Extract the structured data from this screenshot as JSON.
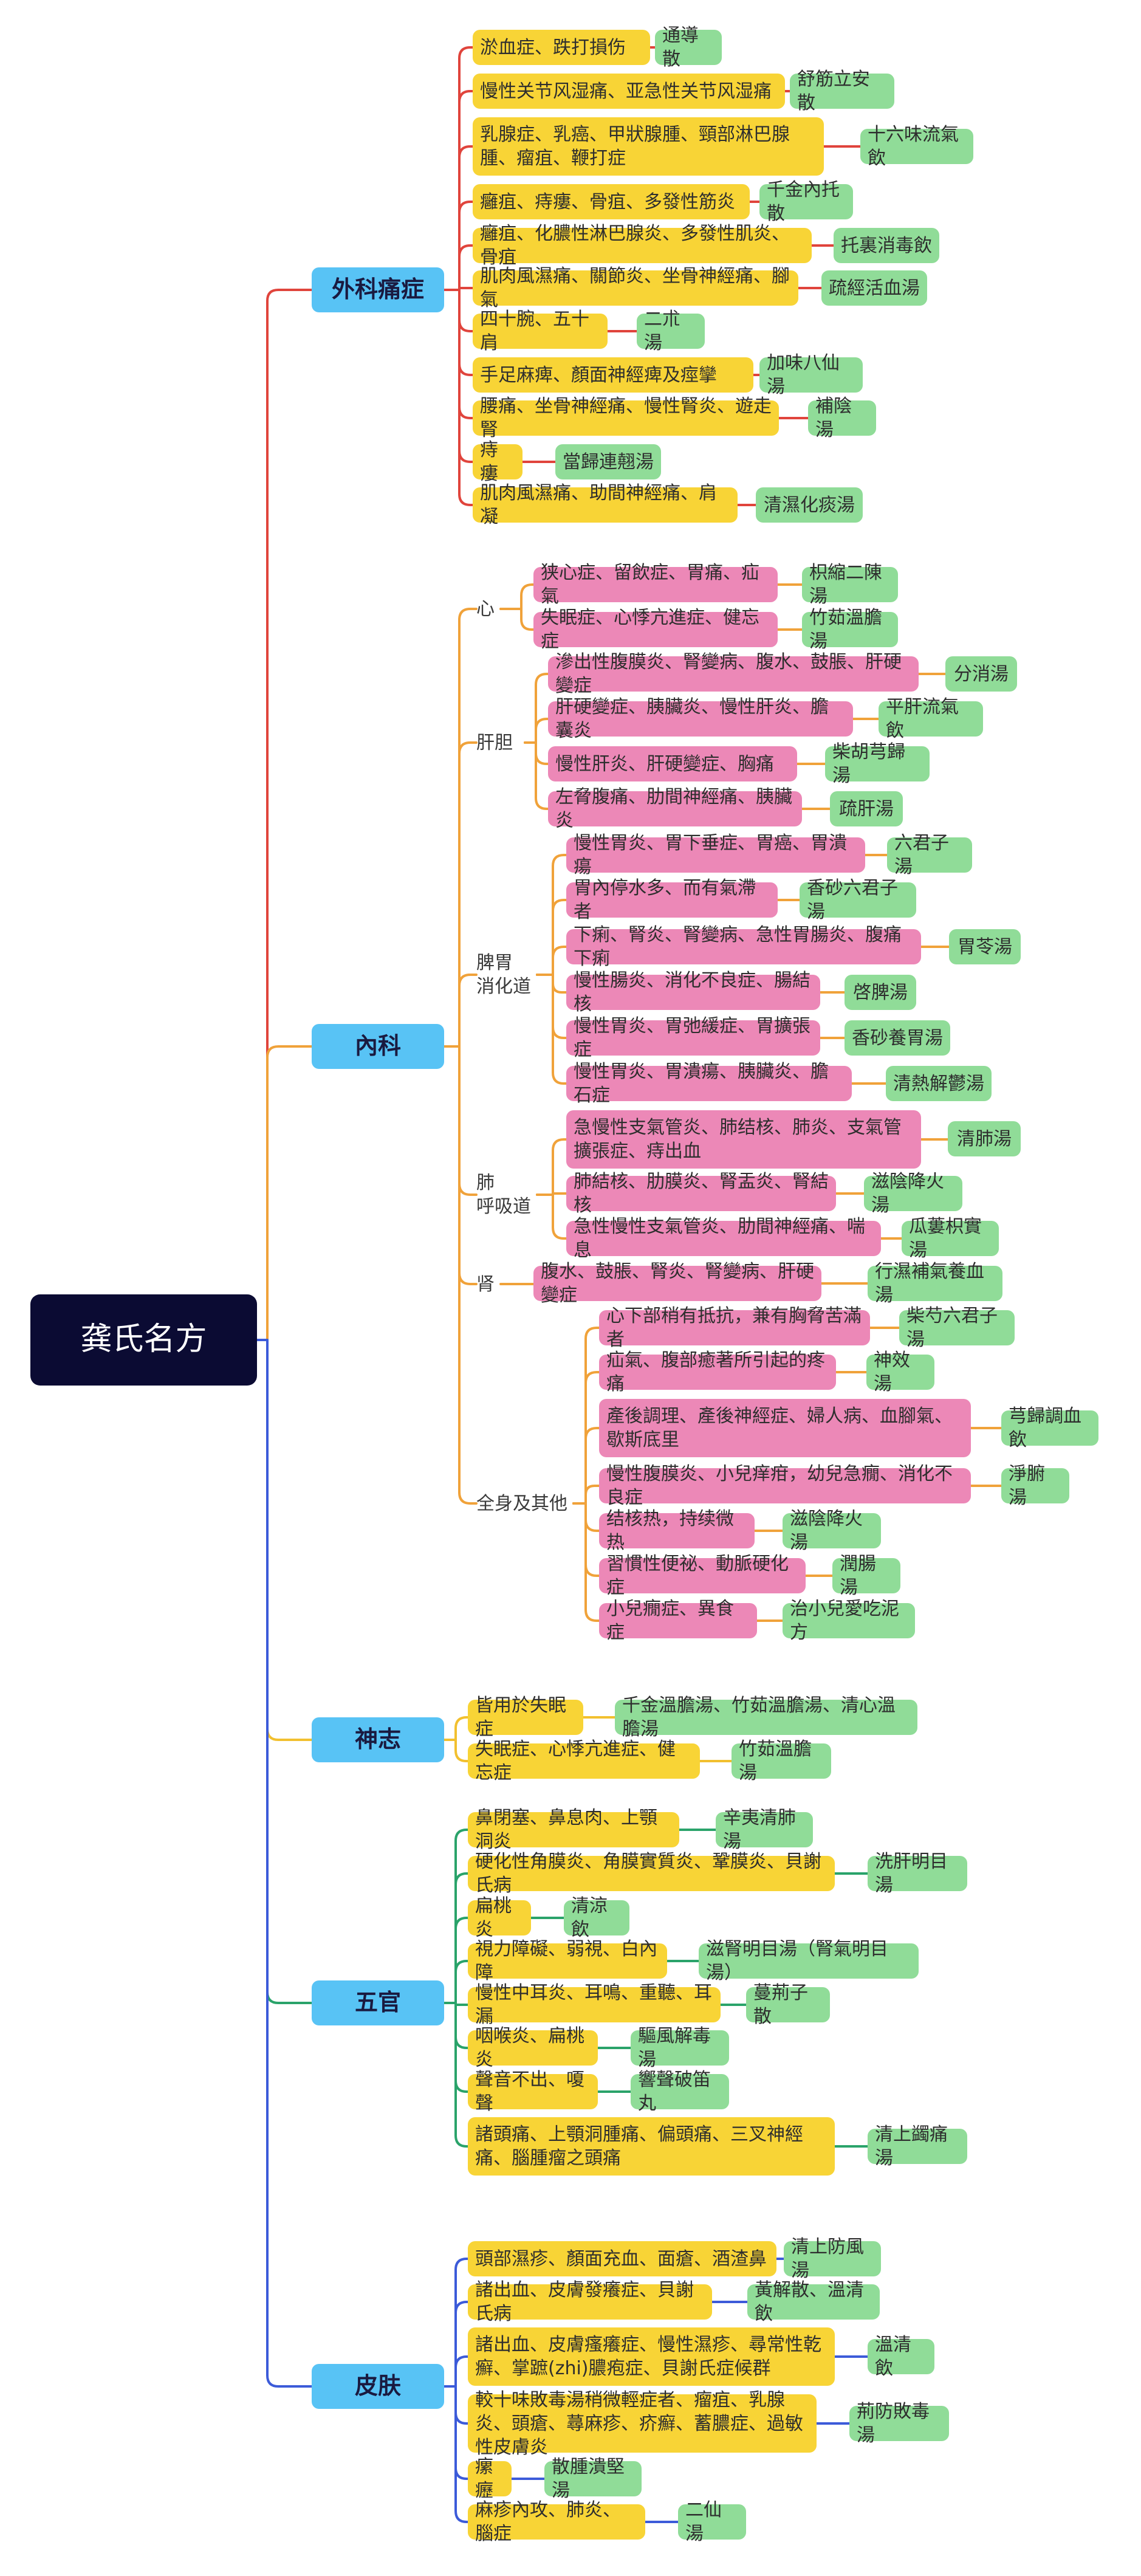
{
  "root": "龚氏名方",
  "colors": {
    "root_bg": "#0b0b33",
    "category_bg": "#58c3f5",
    "symptom_yellow": "#f8d436",
    "symptom_pink": "#ec88b7",
    "remedy_green": "#90dc98",
    "line_waike": "#e0443c",
    "line_neike": "#f0a23a",
    "line_shenzhi": "#f2c02f",
    "line_wuguan": "#2aa36a",
    "line_pifu": "#3c5bd9"
  },
  "categories": [
    {
      "name": "外科痛症",
      "items": [
        {
          "symptom": "淤血症、跌打損伤",
          "remedy": "通導散"
        },
        {
          "symptom": "慢性关节风湿痛、亚急性关节风湿痛",
          "remedy": "舒筋立安散"
        },
        {
          "symptom": "乳腺症、乳癌、甲狀腺腫、頸部淋巴腺腫、瘤疽、鞭打症",
          "remedy": "十六味流氣飲"
        },
        {
          "symptom": "癰疽、痔瘻、骨疽、多發性筋炎",
          "remedy": "千金內托散"
        },
        {
          "symptom": "癰疽、化膿性淋巴腺炎、多發性肌炎、骨疽",
          "remedy": "托裏消毒飲"
        },
        {
          "symptom": "肌肉風濕痛、關節炎、坐骨神經痛、腳氣",
          "remedy": "疏經活血湯"
        },
        {
          "symptom": "四十腕、五十肩",
          "remedy": "二朮湯"
        },
        {
          "symptom": "手足麻痺、顏面神經痺及痙攣",
          "remedy": "加味八仙湯"
        },
        {
          "symptom": "腰痛、坐骨神經痛、慢性腎炎、遊走腎",
          "remedy": "補陰湯"
        },
        {
          "symptom": "痔瘻",
          "remedy": "當歸連翹湯"
        },
        {
          "symptom": "肌肉風濕痛、助間神經痛、肩凝",
          "remedy": "清濕化痰湯"
        }
      ]
    },
    {
      "name": "內科",
      "groups": [
        {
          "name": "心",
          "items": [
            {
              "symptom": "狭心症、留飲症、胃痛、疝氣",
              "remedy": "枳縮二陳湯"
            },
            {
              "symptom": "失眠症、心悸亢進症、健忘症",
              "remedy": "竹茹溫膽湯"
            }
          ]
        },
        {
          "name": "肝胆",
          "items": [
            {
              "symptom": "滲出性腹膜炎、腎變病、腹水、鼓脹、肝硬變症",
              "remedy": "分消湯"
            },
            {
              "symptom": "肝硬變症、胰臟炎、慢性肝炎、膽囊炎",
              "remedy": "平肝流氣飲"
            },
            {
              "symptom": "慢性肝炎、肝硬變症、胸痛",
              "remedy": "柴胡芎歸湯"
            },
            {
              "symptom": "左脅腹痛、肋間神經痛、胰臟炎",
              "remedy": "疏肝湯"
            }
          ]
        },
        {
          "name": "脾胃\n消化道",
          "items": [
            {
              "symptom": "慢性胃炎、胃下垂症、胃癌、胃潰瘍",
              "remedy": "六君子湯"
            },
            {
              "symptom": "胃內停水多、而有氣滯者",
              "remedy": "香砂六君子湯"
            },
            {
              "symptom": "下痢、腎炎、腎變病、急性胃腸炎、腹痛下痢",
              "remedy": "胃苓湯"
            },
            {
              "symptom": "慢性腸炎、消化不良症、腸結核",
              "remedy": "啓脾湯"
            },
            {
              "symptom": "慢性胃炎、胃弛緩症、胃擴張症",
              "remedy": "香砂養胃湯"
            },
            {
              "symptom": "慢性胃炎、胃潰瘍、胰臟炎、膽石症",
              "remedy": "清熱解鬱湯"
            }
          ]
        },
        {
          "name": "肺\n呼吸道",
          "items": [
            {
              "symptom": "急慢性支氣管炎、肺结核、肺炎、支氣管擴張症、痔出血",
              "remedy": "清肺湯"
            },
            {
              "symptom": "肺結核、肋膜炎、腎盂炎、腎結核",
              "remedy": "滋陰降火湯"
            },
            {
              "symptom": "急性慢性支氣管炎、肋間神經痛、喘息",
              "remedy": "瓜蔞枳實湯"
            }
          ]
        },
        {
          "name": "肾",
          "items": [
            {
              "symptom": "腹水、鼓脹、腎炎、腎變病、肝硬變症",
              "remedy": "行濕補氣養血湯"
            }
          ]
        },
        {
          "name": "全身及其他",
          "items": [
            {
              "symptom": "心下部稍有抵抗，兼有胸脅苦滿者",
              "remedy": "柴芍六君子湯"
            },
            {
              "symptom": "疝氣、腹部癒著所引起的疼痛",
              "remedy": "神效湯"
            },
            {
              "symptom": "產後調理、產後神經症、婦人病、血腳氣、歇斯底里",
              "remedy": "芎歸調血飲"
            },
            {
              "symptom": "慢性腹膜炎、小兒痒疳，幼兒急癇、消化不良症",
              "remedy": "淨腑湯"
            },
            {
              "symptom": "结核热，持续微热",
              "remedy": "滋陰降火湯"
            },
            {
              "symptom": "習慣性便祕、動脈硬化症",
              "remedy": "潤腸湯"
            },
            {
              "symptom": "小兒癇症、異食症",
              "remedy": "治小兒愛吃泥方"
            }
          ]
        }
      ]
    },
    {
      "name": "神志",
      "items": [
        {
          "symptom": "皆用於失眠症",
          "remedy": "千金溫膽湯、竹茹溫膽湯、清心溫膽湯"
        },
        {
          "symptom": "失眠症、心悸亢進症、健忘症",
          "remedy": "竹茹溫膽湯"
        }
      ]
    },
    {
      "name": "五官",
      "items": [
        {
          "symptom": "鼻閉塞、鼻息肉、上顎洞炎",
          "remedy": "辛夷清肺湯"
        },
        {
          "symptom": "硬化性角膜炎、角膜實質炎、鞏膜炎、貝謝氏病",
          "remedy": "洗肝明目湯"
        },
        {
          "symptom": "扁桃炎",
          "remedy": "清涼飲"
        },
        {
          "symptom": "視力障礙、弱視、白內障",
          "remedy": "滋腎明目湯（腎氣明目湯）"
        },
        {
          "symptom": "慢性中耳炎、耳鳴、重聽、耳漏",
          "remedy": "蔓荊子散"
        },
        {
          "symptom": "咽喉炎、扁桃炎",
          "remedy": "驅風解毒湯"
        },
        {
          "symptom": "聲音不出、嗄聲",
          "remedy": "響聲破笛丸"
        },
        {
          "symptom": "諸頭痛、上顎洞腫痛、偏頭痛、三叉神經痛、腦腫瘤之頭痛",
          "remedy": "清上蠲痛湯"
        }
      ]
    },
    {
      "name": "皮肤",
      "items": [
        {
          "symptom": "頭部濕疹、顏面充血、面瘡、酒渣鼻",
          "remedy": "清上防風湯"
        },
        {
          "symptom": "諸出血、皮膚發癢症、貝謝氏病",
          "remedy": "黃解散、溫清飲"
        },
        {
          "symptom": "諸出血、皮膚瘙癢症、慢性濕疹、尋常性乾癬、掌蹠(zhi)膿疱症、貝謝氏症候群",
          "remedy": "溫清飲"
        },
        {
          "symptom": "較十味敗毒湯稍微輕症者、瘤疽、乳腺炎、頭瘡、蕁麻疹、疥癬、蓄膿症、過敏性皮膚炎",
          "remedy": "荊防敗毒湯"
        },
        {
          "symptom": "瘰癧",
          "remedy": "散腫潰堅湯"
        },
        {
          "symptom": "麻疹內攻、肺炎、腦症",
          "remedy": "二仙湯"
        }
      ]
    }
  ]
}
